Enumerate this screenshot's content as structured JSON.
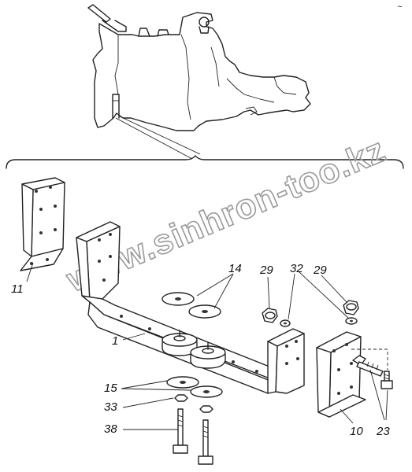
{
  "watermark": "www.sinhron-too.kz",
  "corner_mark": "~",
  "labels": {
    "l11": "11",
    "l1": "1",
    "l14": "14",
    "l29a": "29",
    "l32": "32",
    "l29b": "29",
    "l15": "15",
    "l33": "33",
    "l38": "38",
    "l10": "10",
    "l23": "23"
  }
}
